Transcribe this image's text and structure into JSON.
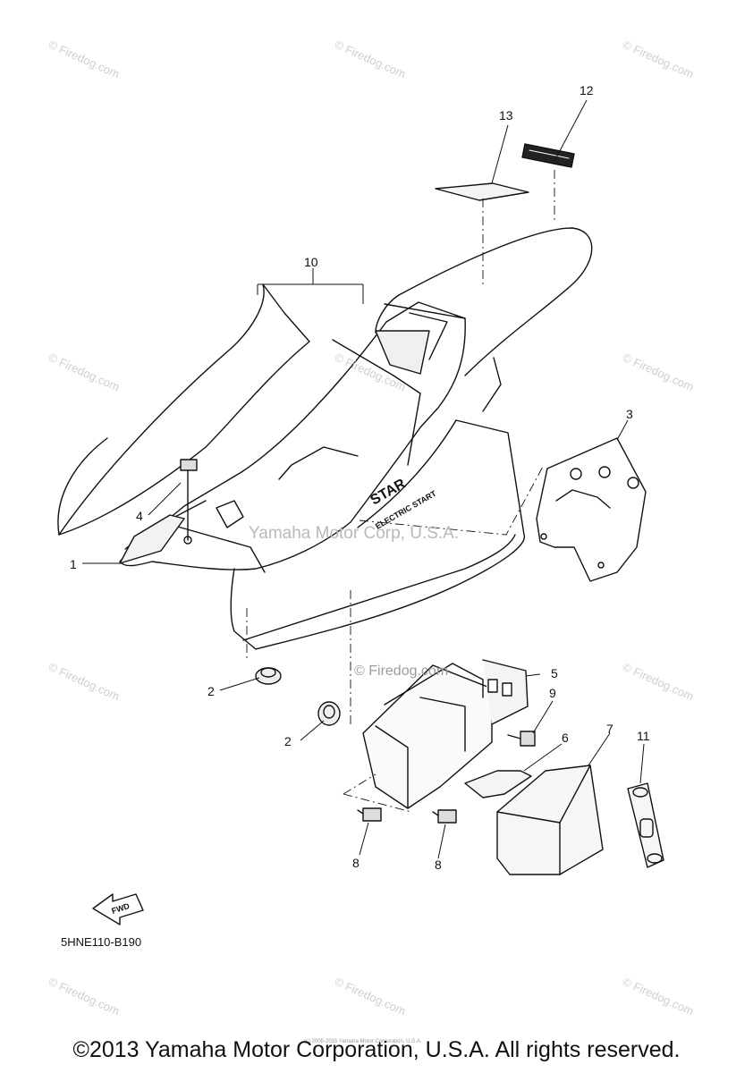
{
  "watermark": "© Firedog.com",
  "center_watermark": "Yamaha Motor Corp, U.S.A.",
  "small_watermark": "© Firedog.com",
  "part_numbers": [
    "1",
    "2",
    "2",
    "3",
    "4",
    "5",
    "6",
    "7",
    "8",
    "8",
    "9",
    "10",
    "11",
    "12",
    "13"
  ],
  "fwd_label": "FWD",
  "decal_text": "STAR",
  "cover_text": "ELECTRIC START",
  "diagram_code": "5HNE110-B190",
  "tiny_copyright": "(c) 2005-2015 Yamaha Motor Corporation, U.S.A.",
  "footer": "©2013 Yamaha Motor Corporation, U.S.A. All rights reserved."
}
